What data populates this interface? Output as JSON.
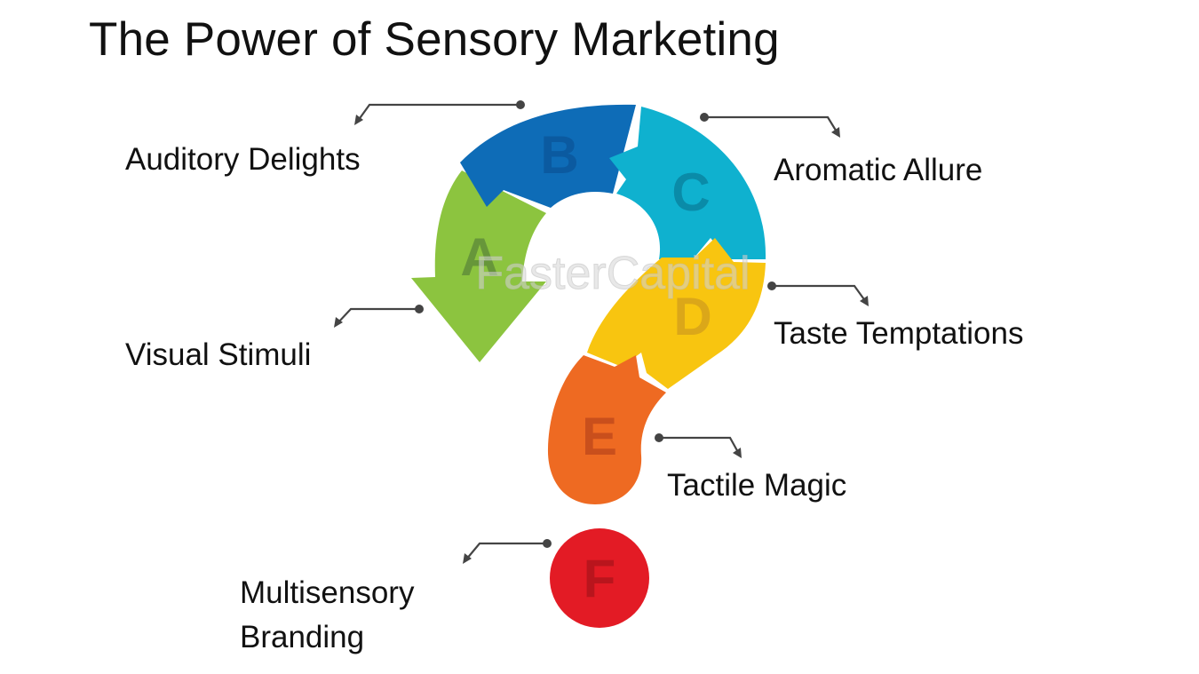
{
  "title": "The Power of Sensory Marketing",
  "watermark": "FasterCapital",
  "segments": [
    {
      "letter": "A",
      "label": "Visual Stimuli",
      "color": "#8cc43f"
    },
    {
      "letter": "B",
      "label": "Auditory Delights",
      "color": "#0e6cb7"
    },
    {
      "letter": "C",
      "label": "Aromatic Allure",
      "color": "#0fb1cf"
    },
    {
      "letter": "D",
      "label": "Taste Temptations",
      "color": "#f8c510"
    },
    {
      "letter": "E",
      "label": "Tactile Magic",
      "color": "#ee6a22"
    },
    {
      "letter": "F",
      "label_line1": "Multisensory",
      "label_line2": "Branding",
      "color": "#e31b25"
    }
  ]
}
